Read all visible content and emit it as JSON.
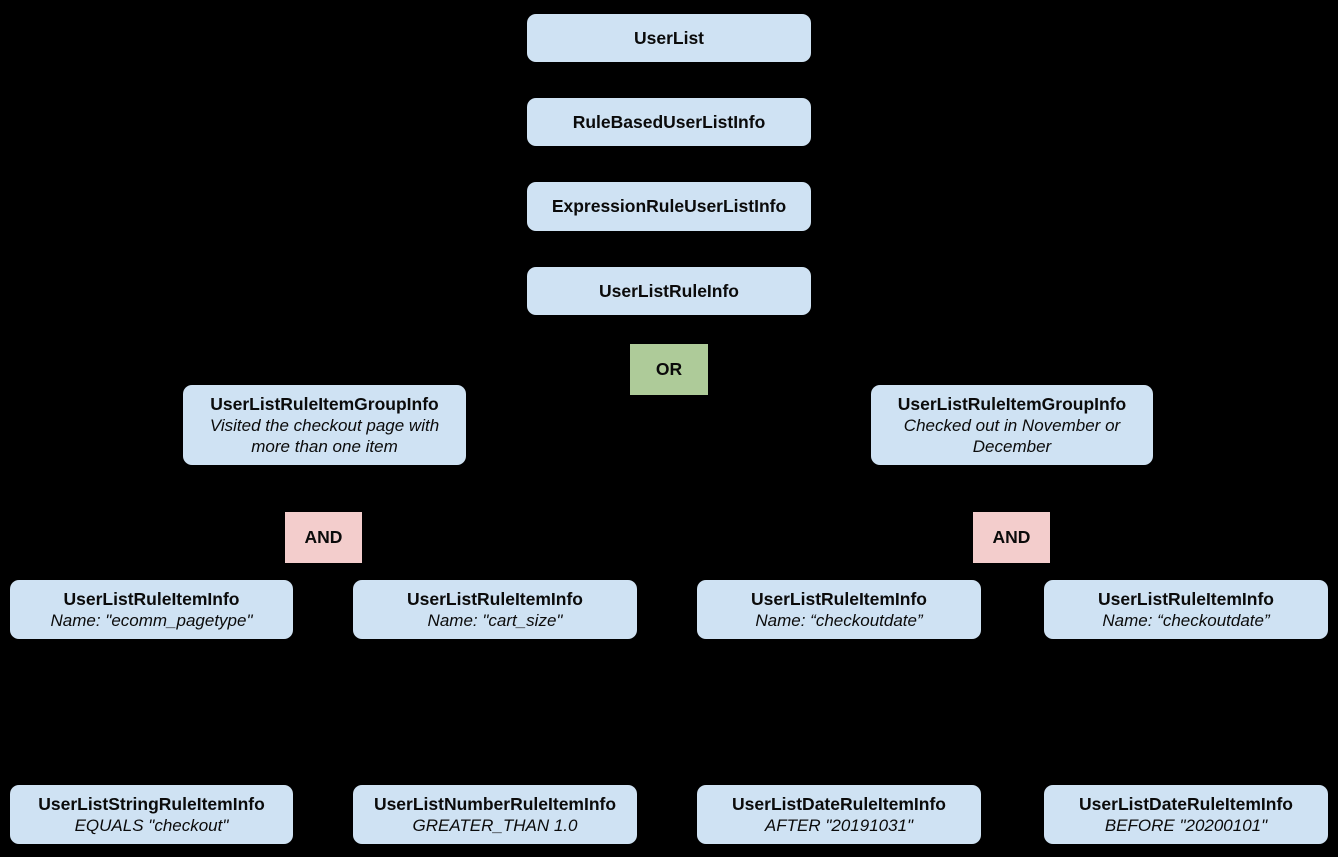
{
  "diagram": {
    "background_color": "#000000",
    "colors": {
      "class_box_fill": "#cfe2f3",
      "or_box_fill": "#aecb99",
      "and_box_fill": "#f3cdcc",
      "text": "#0b0b0b"
    },
    "nodes": {
      "user_list": {
        "title": "UserList"
      },
      "rule_based": {
        "title": "RuleBasedUserListInfo"
      },
      "expression_rule": {
        "title": "ExpressionRuleUserListInfo"
      },
      "user_list_rule": {
        "title": "UserListRuleInfo"
      },
      "or_operator": {
        "label": "OR"
      },
      "group_left": {
        "title": "UserListRuleItemGroupInfo",
        "description": "Visited the checkout page with more than one item"
      },
      "group_right": {
        "title": "UserListRuleItemGroupInfo",
        "description": "Checked out in November or December"
      },
      "and_left": {
        "label": "AND"
      },
      "and_right": {
        "label": "AND"
      },
      "item_1": {
        "title": "UserListRuleItemInfo",
        "description": "Name: \"ecomm_pagetype\""
      },
      "item_2": {
        "title": "UserListRuleItemInfo",
        "description": "Name: \"cart_size\""
      },
      "item_3": {
        "title": "UserListRuleItemInfo",
        "description": "Name: “checkoutdate”"
      },
      "item_4": {
        "title": "UserListRuleItemInfo",
        "description": "Name: “checkoutdate”"
      },
      "leaf_1": {
        "title": "UserListStringRuleItemInfo",
        "description": "EQUALS \"checkout\""
      },
      "leaf_2": {
        "title": "UserListNumberRuleItemInfo",
        "description": "GREATER_THAN 1.0"
      },
      "leaf_3": {
        "title": "UserListDateRuleItemInfo",
        "description": "AFTER \"20191031\""
      },
      "leaf_4": {
        "title": "UserListDateRuleItemInfo",
        "description": "BEFORE \"20200101\""
      }
    }
  }
}
